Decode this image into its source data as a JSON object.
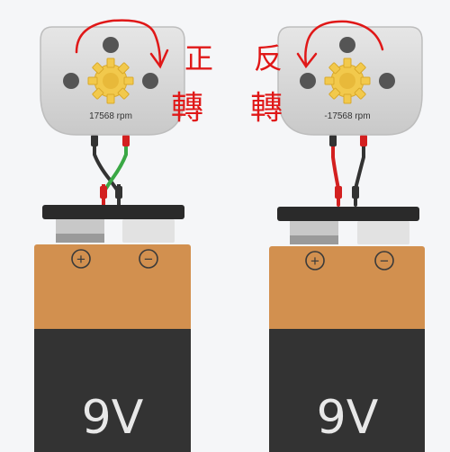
{
  "circuits": [
    {
      "motor": {
        "rpm_text": "17568 rpm",
        "direction": "clockwise"
      },
      "annotation": {
        "line1": "正",
        "line2": "轉"
      },
      "battery": {
        "voltage_label": "9V",
        "plus_symbol": "+",
        "minus_symbol": "−"
      },
      "wiring": "crossed"
    },
    {
      "motor": {
        "rpm_text": "-17568 rpm",
        "direction": "counterclockwise"
      },
      "annotation": {
        "line1": "反",
        "line2": "轉"
      },
      "battery": {
        "voltage_label": "9V",
        "plus_symbol": "+",
        "minus_symbol": "−"
      },
      "wiring": "straight"
    }
  ],
  "colors": {
    "background": "#f5f6f8",
    "motor_body": "#d6d6d6",
    "gear": "#f2c94c",
    "ink": "#e01818",
    "wire_red": "#d32020",
    "wire_black": "#333333",
    "wire_green": "#3aa845",
    "battery_copper": "#d2904f",
    "battery_black": "#333333",
    "battery_cap": "#2a2a2a"
  }
}
